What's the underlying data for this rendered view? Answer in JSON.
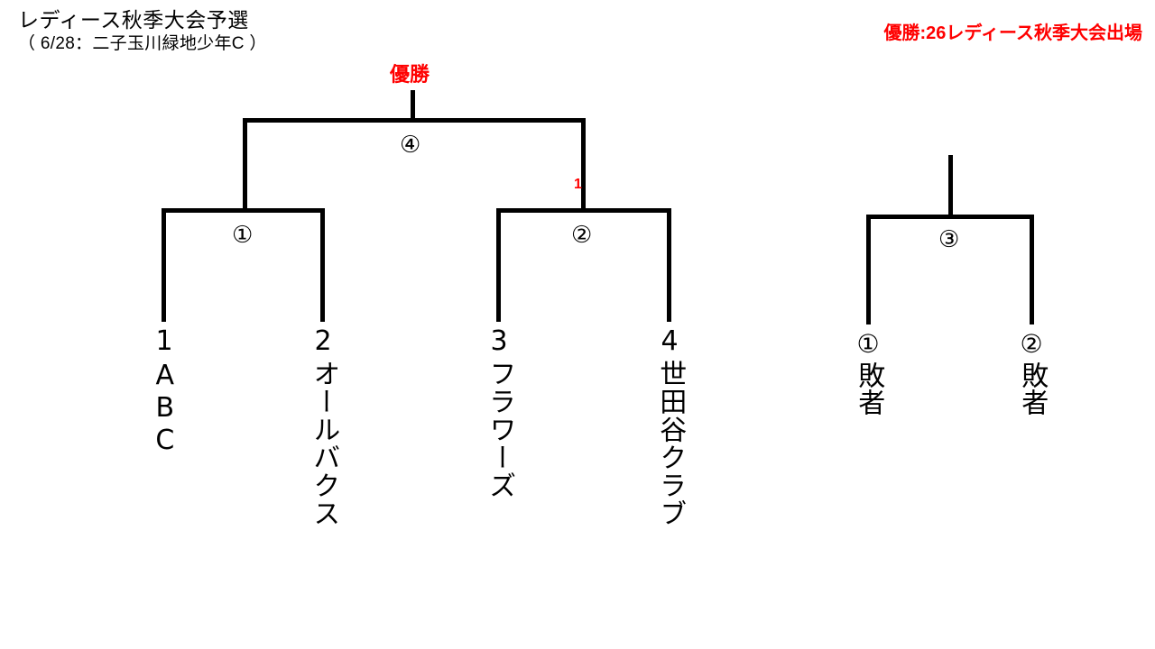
{
  "header": {
    "title_main": "レディース秋季大会予選",
    "title_sub": "（ 6/28：二子玉川緑地少年C ）",
    "champion_note": "優勝:26レディース秋季大会出場",
    "champion_note_color": "#ff0000"
  },
  "bracket": {
    "final_label": "優勝",
    "final_label_color": "#ff0000",
    "score_mark": "1",
    "score_mark_color": "#ff0000",
    "matches": {
      "m1": "①",
      "m2": "②",
      "m4": "④"
    },
    "teams": [
      {
        "seed": "1",
        "name": "ABC"
      },
      {
        "seed": "2",
        "name": "オールバクス"
      },
      {
        "seed": "3",
        "name": "フラワーズ"
      },
      {
        "seed": "4",
        "name": "世田谷クラブ"
      }
    ]
  },
  "consolation": {
    "match": "③",
    "entries": [
      {
        "mark": "①",
        "text": "敗者"
      },
      {
        "mark": "②",
        "text": "敗者"
      }
    ]
  }
}
